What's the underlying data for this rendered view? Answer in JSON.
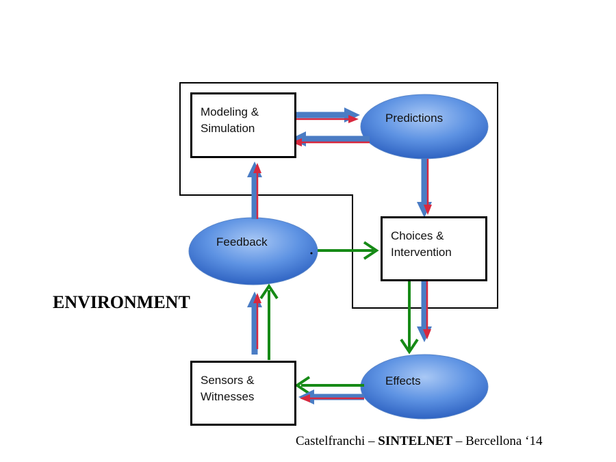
{
  "environment_label": "ENVIRONMENT",
  "nodes": {
    "modeling": [
      "Modeling &",
      "Simulation"
    ],
    "predictions": "Predictions",
    "choices": [
      "Choices &",
      "Intervention"
    ],
    "feedback": "Feedback",
    "effects": "Effects",
    "sensors": [
      "Sensors &",
      "Witnesses"
    ]
  },
  "footer": {
    "author": "Castelfranchi – ",
    "project": "SINTELNET",
    "event": " – Bercellona ‘14"
  },
  "colors": {
    "ellipse_fill": "#4f86e0",
    "arrow_blue": "#4a7cc4",
    "arrow_red": "#d8283e",
    "arrow_green": "#168a16",
    "outline": "#000000"
  }
}
